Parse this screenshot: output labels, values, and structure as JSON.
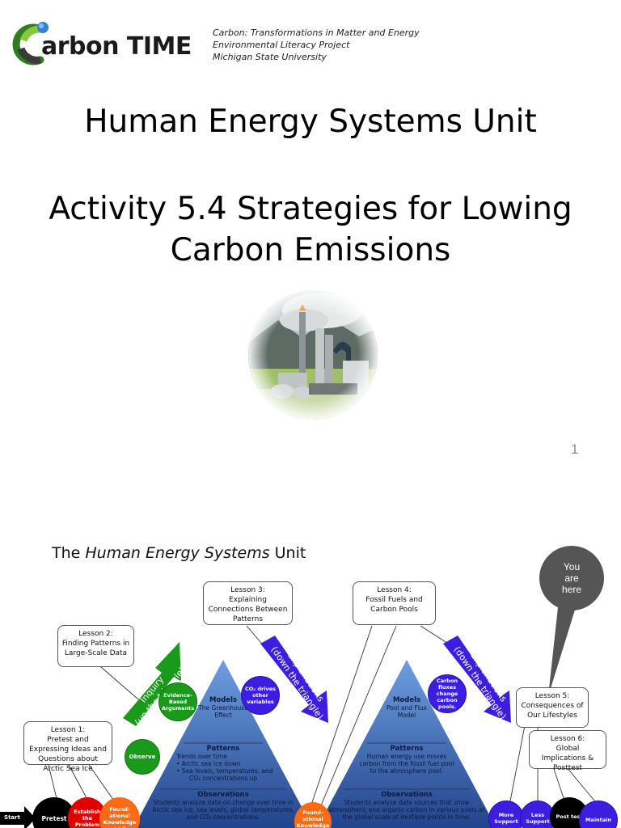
{
  "slide1": {
    "logo_text": "arbon TIME",
    "logo_tagline": [
      "Carbon: Transformations in Matter and Energy",
      "Environmental Literacy Project",
      "Michigan State University"
    ],
    "unit_title": "Human Energy Systems Unit",
    "activity_title": "Activity 5.4 Strategies for Lowing Carbon Emissions",
    "page_number": "1"
  },
  "slide2": {
    "title_prefix": "The ",
    "title_italic": "Human Energy Systems",
    "title_suffix": " Unit",
    "you_are_here": "You are here",
    "lessons": {
      "l1": "Lesson 1:",
      "l1_body": "Pretest and Expressing Ideas and Questions about Arctic Sea Ice",
      "l2": "Lesson 2:",
      "l2_body": "Finding Patterns in Large-Scale Data",
      "l3": "Lesson 3:",
      "l3_body": "Explaining Connections Between Patterns",
      "l4": "Lesson 4:",
      "l4_body": "Fossil Fuels and Carbon Pools",
      "l5": "Lesson 5:",
      "l5_body": "Consequences of Our Lifestyles",
      "l6": "Lesson 6:",
      "l6_body": "Global Implications & Posttest"
    },
    "arrows": {
      "inquiry_1": "Inquiry",
      "inquiry_2": "(up the triangle)",
      "explain_1": "Explanations",
      "explain_2": "(down the triangle)"
    },
    "pyramid_left": {
      "models_h": "Models",
      "models_b": "The Greenhouse Effect",
      "patterns_h": "Patterns",
      "patterns_b1": "Trends over time",
      "patterns_b2": "•    Arctic sea ice down",
      "patterns_b3": "•    Sea levels, temperatures, and",
      "patterns_b4": "CO₂ concentrations up",
      "obs_h": "Observations",
      "obs_b1": "Students analyze data on change over time in",
      "obs_b2": "Arctic sea ice, sea levels, global temperatures,",
      "obs_b3": "and CO₂ concentrations."
    },
    "pyramid_right": {
      "models_h": "Models",
      "models_b": "Pool and Flux Model",
      "patterns_h": "Patterns",
      "patterns_b1": "Human energy use moves",
      "patterns_b2": "carbon from the fossil fuel pool",
      "patterns_b3": "to the atmosphere pool.",
      "obs_h": "Observations",
      "obs_b1": "Students analyze data sources that show",
      "obs_b2": "atmospheric and organic carbon in various pools at",
      "obs_b3": "the global scale at multiple points in time."
    },
    "circles": {
      "evidence": "Evidence-Based Arguments",
      "observe": "Observe",
      "co2": "CO₂ drives other variables",
      "carbon_fluxes": "Carbon fluxes change carbon pools.",
      "start": "Start",
      "pretest": "Pretest",
      "establish": "Establish the Problem",
      "found1": "Found-ational Knowledge and",
      "found2": "Found-ational Knowledge and",
      "more_support": "More Support",
      "less_support": "Less Support",
      "post_test": "Post test",
      "maintain": "Maintain"
    },
    "colors": {
      "inquiry_green": "#1a9a1a",
      "explain_purple": "#3b1ee0",
      "pyramid_top": "#5b8fd8",
      "pyramid_bottom": "#23468e"
    }
  }
}
